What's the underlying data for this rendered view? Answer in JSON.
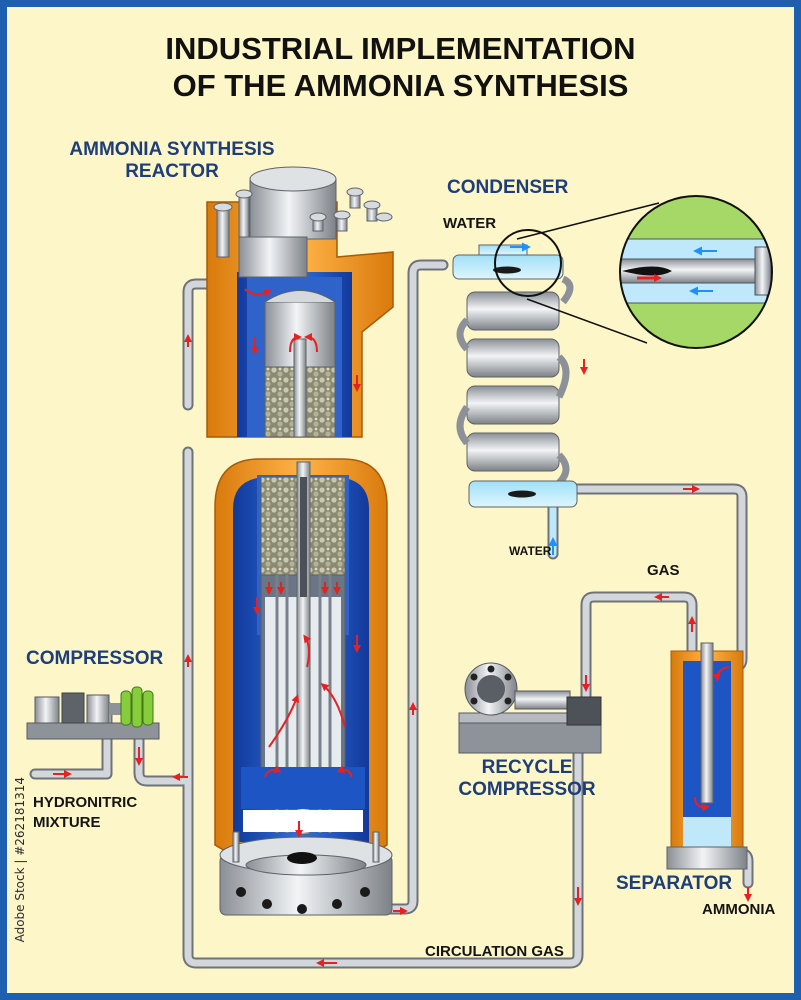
{
  "title": {
    "line1": "INDUSTRIAL IMPLEMENTATION",
    "line2": "OF THE AMMONIA SYNTHESIS"
  },
  "labels": {
    "reactor_line1": "AMMONIA SYNTHESIS",
    "reactor_line2": "REACTOR",
    "condenser": "CONDENSER",
    "water_in_top": "WATER",
    "water_bottom": "WATER",
    "compressor": "COMPRESSOR",
    "feed_line1": "HYDRONITRIC",
    "feed_line2": "MIXTURE",
    "gas": "GAS",
    "recycle_line1": "RECYCLE",
    "recycle_line2": "COMPRESSOR",
    "separator": "SEPARATOR",
    "ammonia": "AMMONIA",
    "circulation_gas": "CIRCULATION GAS"
  },
  "watermark": "Adobe Stock | #262181314",
  "colors": {
    "frame": "#1f5fb0",
    "background": "#fdf6c9",
    "label_blue": "#1d3e7a",
    "reactor_shell": "#f39c1f",
    "reactor_inner": "#1d55c4",
    "pipe": "#c9cdd2",
    "flow_arrow": "#e52222",
    "water_arrow": "#1e90ff",
    "magnifier_bg": "#a6d868"
  }
}
